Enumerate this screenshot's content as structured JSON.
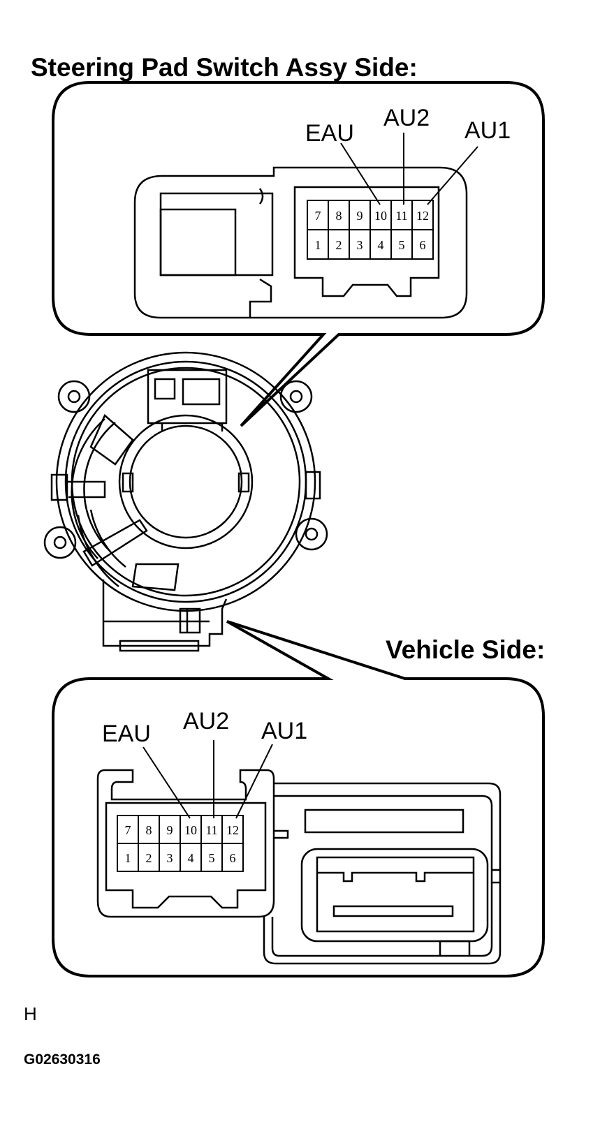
{
  "titles": {
    "top": "Steering Pad Switch Assy Side:",
    "bottom": "Vehicle Side:"
  },
  "connectors": {
    "top": {
      "labels": [
        "EAU",
        "AU2",
        "AU1"
      ],
      "pins_top_row": [
        "7",
        "8",
        "9",
        "10",
        "11",
        "12"
      ],
      "pins_bottom_row": [
        "1",
        "2",
        "3",
        "4",
        "5",
        "6"
      ]
    },
    "bottom": {
      "labels": [
        "EAU",
        "AU2",
        "AU1"
      ],
      "pins_top_row": [
        "7",
        "8",
        "9",
        "10",
        "11",
        "12"
      ],
      "pins_bottom_row": [
        "1",
        "2",
        "3",
        "4",
        "5",
        "6"
      ]
    }
  },
  "reference": {
    "letter": "H",
    "code": "G02630316"
  }
}
